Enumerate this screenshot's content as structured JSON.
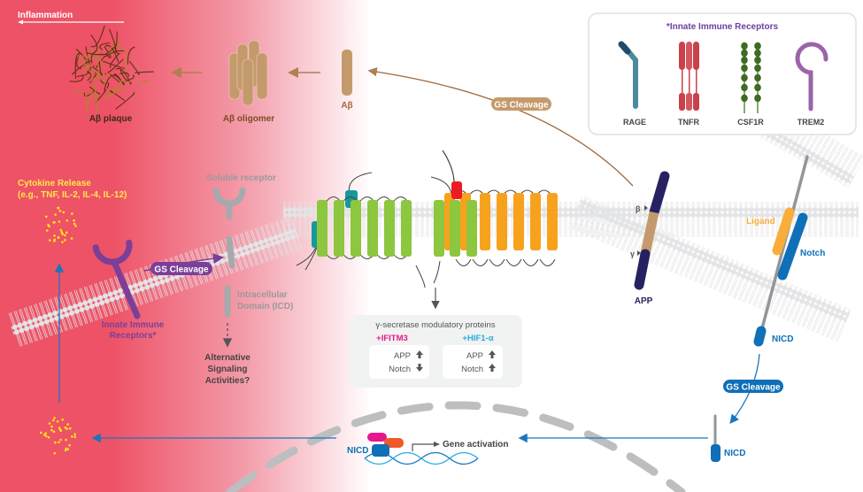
{
  "colors": {
    "inflammation_red": "#ee5266",
    "amyloid_tan": "#c49a6c",
    "amyloid_text": "#8a5a2b",
    "plaque_brown": "#6b3d14",
    "immune_purple": "#7b3f98",
    "soluble_gray": "#a7a9ac",
    "notch_blue": "#0f6fb8",
    "ligand_orange": "#f9ae3b",
    "app_navy": "#262262",
    "cytokine_yellow": "#ffe11a",
    "cytokine_label": "#ffe74c",
    "ifitm3_pink": "#e6168b",
    "hif1_cyan": "#29abe2",
    "presenilin_green": "#8dc63f",
    "nicastrin_orange": "#f7a21d",
    "aph1_teal": "#17999a",
    "pen2_red": "#ed1c24",
    "rage_teal": "#4a8b9c",
    "rage_dark": "#1f4a6b",
    "tnfr_red": "#c9414a",
    "csf1r_green": "#3f6b22",
    "trem2_purple": "#9b64a8",
    "legend_title": "#6a3fa0"
  },
  "header": {
    "inflammation_label": "Inflammation"
  },
  "amyloid_pathway": {
    "plaque_label": "Aβ plaque",
    "oligomer_label": "Aβ oligomer",
    "abeta_label": "Aβ",
    "gs_cleavage_label": "GS Cleavage"
  },
  "legend": {
    "title": "*Innate Immune Receptors",
    "receptors": [
      {
        "name": "RAGE",
        "icon": "rage-receptor-icon"
      },
      {
        "name": "TNFR",
        "icon": "tnfr-receptor-icon"
      },
      {
        "name": "CSF1R",
        "icon": "csf1r-receptor-icon"
      },
      {
        "name": "TREM2",
        "icon": "trem2-receptor-icon"
      }
    ]
  },
  "immune_pathway": {
    "cytokine_title": "Cytokine Release",
    "cytokine_examples": "(e.g., TNF, IL-2, IL-4, IL-12)",
    "soluble_receptor_label": "Soluble receptor",
    "gs_cleavage_label": "GS Cleavage",
    "receptor_label_line1": "Innate Immune",
    "receptor_label_line2": "Receptors*",
    "icd_label_line1": "Intracellular",
    "icd_label_line2": "Domain (ICD)",
    "alt_signaling_line1": "Alternative",
    "alt_signaling_line2": "Signaling",
    "alt_signaling_line3": "Activities?"
  },
  "modulators": {
    "title": "γ-secretase modulatory proteins",
    "columns": [
      {
        "name": "+IFITM3",
        "rows": [
          {
            "target": "APP",
            "direction": "up"
          },
          {
            "target": "Notch",
            "direction": "down"
          }
        ]
      },
      {
        "name": "+HIF1-α",
        "rows": [
          {
            "target": "APP",
            "direction": "up"
          },
          {
            "target": "Notch",
            "direction": "up"
          }
        ]
      }
    ]
  },
  "app": {
    "label": "APP",
    "beta_site": "β",
    "gamma_site": "γ"
  },
  "notch": {
    "ligand_label": "Ligand",
    "notch_label": "Notch",
    "nicd_label": "NICD",
    "gs_cleavage_label": "GS Cleavage",
    "nicd_free_label": "NICD"
  },
  "nucleus": {
    "nicd_label": "NICD",
    "gene_activation_label": "Gene activation"
  }
}
